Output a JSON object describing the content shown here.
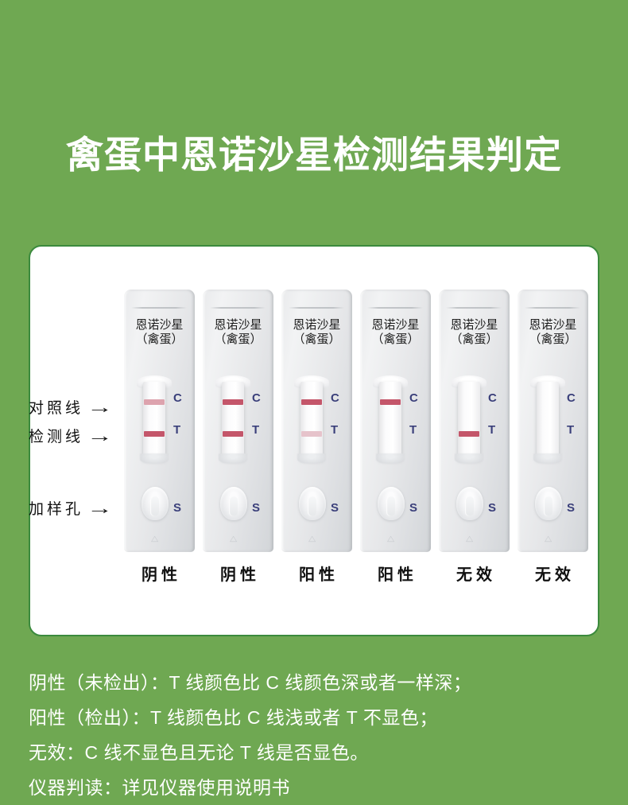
{
  "theme": {
    "background_green": "#6fa852",
    "card_border_green": "#3b8a3d",
    "card_background": "#ffffff",
    "title_color": "#ffffff",
    "marker_blue": "#3a3f7a",
    "line_dark_red": "#c4566a",
    "line_medium_red": "#cf6b7c",
    "line_faint_pink": "#dda3ae",
    "line_very_faint_pink": "#e6c3cb"
  },
  "header": {
    "title": "禽蛋中恩诺沙星检测结果判定"
  },
  "annotations": {
    "control_line": "对照线",
    "test_line": "检测线",
    "sample_well": "加样孔",
    "arrow_glyph": "→"
  },
  "strip_markers": {
    "control": "C",
    "test": "T",
    "sample": "S"
  },
  "strips": [
    {
      "brand_main": "恩诺沙星",
      "brand_sub": "（禽蛋）",
      "c_line_color": "#dda3ae",
      "t_line_color": "#c4566a",
      "c_line_visible": true,
      "t_line_visible": true,
      "result": "阴性"
    },
    {
      "brand_main": "恩诺沙星",
      "brand_sub": "（禽蛋）",
      "c_line_color": "#c4566a",
      "t_line_color": "#c4566a",
      "c_line_visible": true,
      "t_line_visible": true,
      "result": "阴性"
    },
    {
      "brand_main": "恩诺沙星",
      "brand_sub": "（禽蛋）",
      "c_line_color": "#c4566a",
      "t_line_color": "#e6c3cb",
      "c_line_visible": true,
      "t_line_visible": true,
      "result": "阳性"
    },
    {
      "brand_main": "恩诺沙星",
      "brand_sub": "（禽蛋）",
      "c_line_color": "#c4566a",
      "t_line_color": "transparent",
      "c_line_visible": true,
      "t_line_visible": false,
      "result": "阳性"
    },
    {
      "brand_main": "恩诺沙星",
      "brand_sub": "（禽蛋）",
      "c_line_color": "transparent",
      "t_line_color": "#c4566a",
      "c_line_visible": false,
      "t_line_visible": true,
      "result": "无效"
    },
    {
      "brand_main": "恩诺沙星",
      "brand_sub": "（禽蛋）",
      "c_line_color": "transparent",
      "t_line_color": "transparent",
      "c_line_visible": false,
      "t_line_visible": false,
      "result": "无效"
    }
  ],
  "legend": {
    "lines": [
      "阴性（未检出）：T 线颜色比 C 线颜色深或者一样深；",
      "阳性（检出）：T 线颜色比 C 线浅或者 T 不显色；",
      "无效：C 线不显色且无论 T 线是否显色。",
      "仪器判读：详见仪器使用说明书"
    ]
  }
}
